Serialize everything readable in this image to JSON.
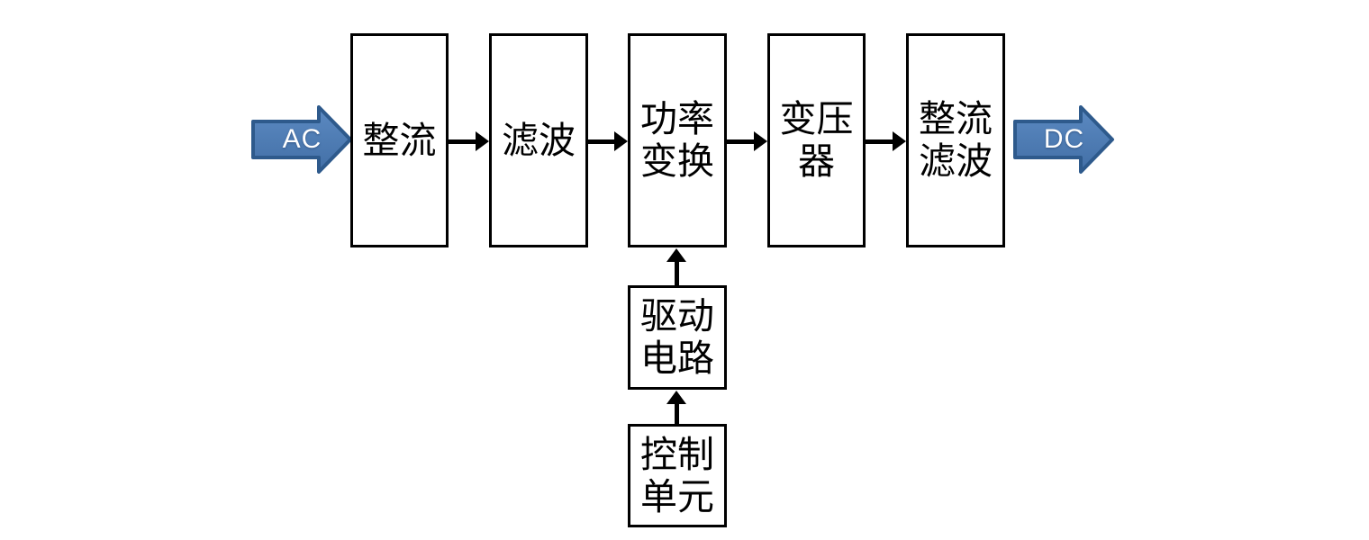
{
  "diagram": {
    "kind": "power-supply-block-diagram",
    "input_arrow": {
      "label": "AC"
    },
    "output_arrow": {
      "label": "DC"
    },
    "main_chain": [
      {
        "id": "rectifier",
        "label": "整流",
        "lines": [
          "整流"
        ]
      },
      {
        "id": "filter",
        "label": "滤波",
        "lines": [
          "滤波"
        ]
      },
      {
        "id": "power-conversion",
        "label": "功率变换",
        "lines": [
          "功率",
          "变换"
        ]
      },
      {
        "id": "transformer",
        "label": "变压器",
        "lines": [
          "变压",
          "器"
        ]
      },
      {
        "id": "rectifier-filter",
        "label": "整流滤波",
        "lines": [
          "整流",
          "滤波"
        ]
      }
    ],
    "control_chain": [
      {
        "id": "drive-circuit",
        "label": "驱动电路",
        "lines": [
          "驱动",
          "电路"
        ]
      },
      {
        "id": "control-unit",
        "label": "控制单元",
        "lines": [
          "控制",
          "单元"
        ]
      }
    ],
    "connections": [
      {
        "from": "AC",
        "to": "整流"
      },
      {
        "from": "整流",
        "to": "滤波"
      },
      {
        "from": "滤波",
        "to": "功率变换"
      },
      {
        "from": "功率变换",
        "to": "变压器"
      },
      {
        "from": "变压器",
        "to": "整流滤波"
      },
      {
        "from": "整流滤波",
        "to": "DC"
      },
      {
        "from": "控制单元",
        "to": "驱动电路"
      },
      {
        "from": "驱动电路",
        "to": "功率变换"
      }
    ],
    "colors": {
      "box_fill": "#ffffff",
      "box_border": "#000000",
      "connector": "#000000",
      "block_arrow_fill_light": "#5c8ac2",
      "block_arrow_fill_dark": "#426fa6",
      "block_arrow_border": "#2e5a8c",
      "block_arrow_text": "#ffffff"
    }
  }
}
